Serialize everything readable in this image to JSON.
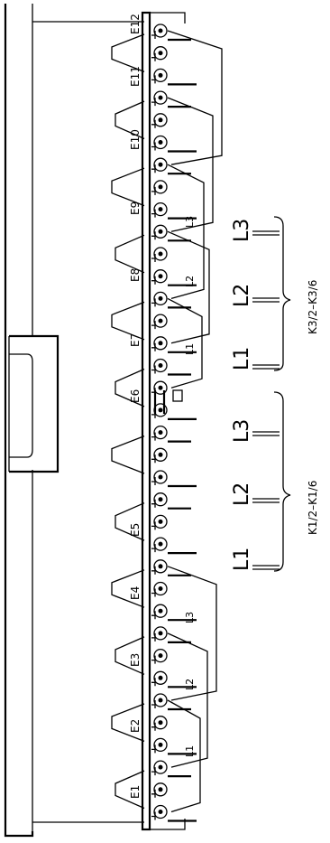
{
  "diagram": {
    "terminal_labels": [
      "E1",
      "E2",
      "E3",
      "E4",
      "E5",
      "E6",
      "E7",
      "E8",
      "E9",
      "E10",
      "E11",
      "E12"
    ],
    "group_top": {
      "lead_labels": [
        "L1",
        "L2",
        "L3"
      ],
      "phase_labels": [
        "L1",
        "L2",
        "L3"
      ],
      "range_label": "K3/2–K3/6"
    },
    "group_bottom": {
      "lead_labels": [
        "L1",
        "L2",
        "L3"
      ],
      "phase_labels": [
        "L1",
        "L2",
        "L3"
      ],
      "range_label": "K1/2–K1/6"
    },
    "colors": {
      "line": "#000000",
      "background": "#ffffff"
    }
  }
}
